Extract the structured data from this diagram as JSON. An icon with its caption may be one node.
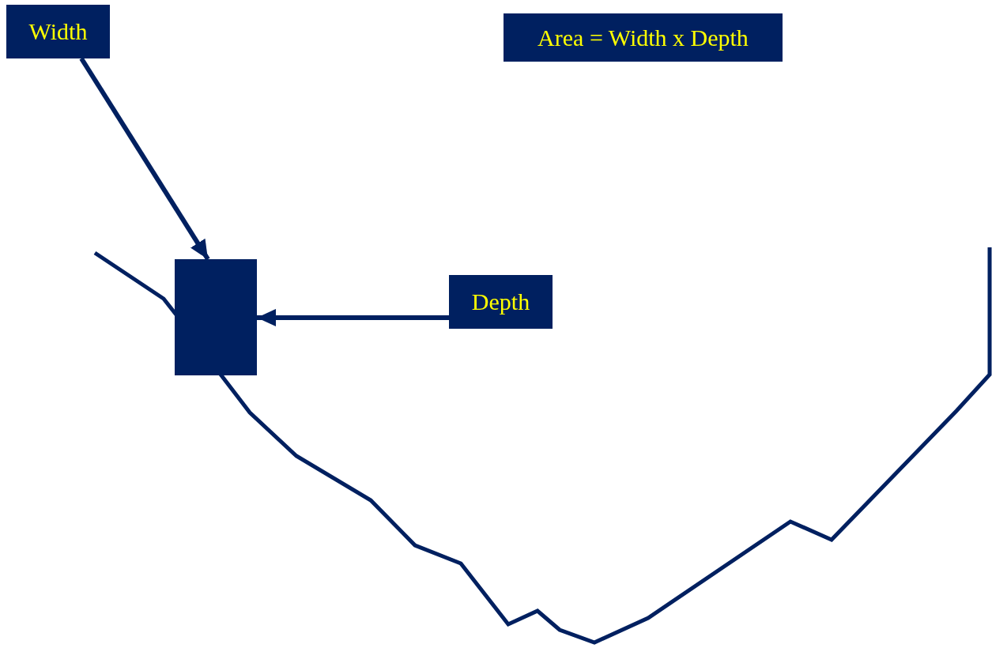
{
  "diagram": {
    "nodes": [
      {
        "text": [
          "Width"
        ]
      },
      {
        "text": [
          "Area = Width x Depth"
        ]
      },
      {
        "text": [
          "Depth"
        ]
      },
      {
        "text": [],
        "shape": "box"
      }
    ],
    "edges": [
      {
        "from": 0,
        "to": 3,
        "arrow": "to"
      },
      {
        "from": 2,
        "to": 3,
        "arrow": "to"
      }
    ]
  }
}
